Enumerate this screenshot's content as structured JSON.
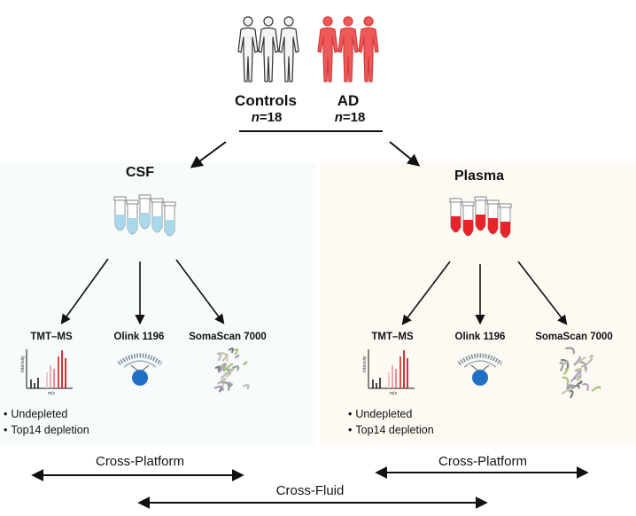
{
  "cohort": {
    "controls": {
      "label": "Controls",
      "n_prefix": "n",
      "n_value": "=18",
      "color": "#f4f4f4"
    },
    "ad": {
      "label": "AD",
      "n_prefix": "n",
      "n_value": "=18",
      "color": "#ee5a5a"
    }
  },
  "fluids": [
    {
      "title": "CSF",
      "tube_color": "#a8d8ea",
      "platforms": [
        "TMT–MS",
        "Olink 1196",
        "SomaScan 7000"
      ],
      "tmt_options": [
        "Undepleted",
        "Top14 depletion"
      ],
      "ms_axis": {
        "x": "m/z",
        "y": "Intensity"
      }
    },
    {
      "title": "Plasma",
      "tube_color": "#e8242b",
      "platforms": [
        "TMT–MS",
        "Olink 1196",
        "SomaScan 7000"
      ],
      "tmt_options": [
        "Undepleted",
        "Top14 depletion"
      ],
      "ms_axis": {
        "x": "m/z",
        "y": "Intensity"
      }
    }
  ],
  "comparisons": {
    "left": "Cross-Platform",
    "right": "Cross-Platform",
    "center": "Cross-Fluid"
  },
  "icons": [
    "human-figure-icon",
    "sample-tube-icon",
    "mass-spectrum-icon",
    "olink-assay-icon",
    "protein-structure-icon",
    "double-arrow-icon"
  ]
}
